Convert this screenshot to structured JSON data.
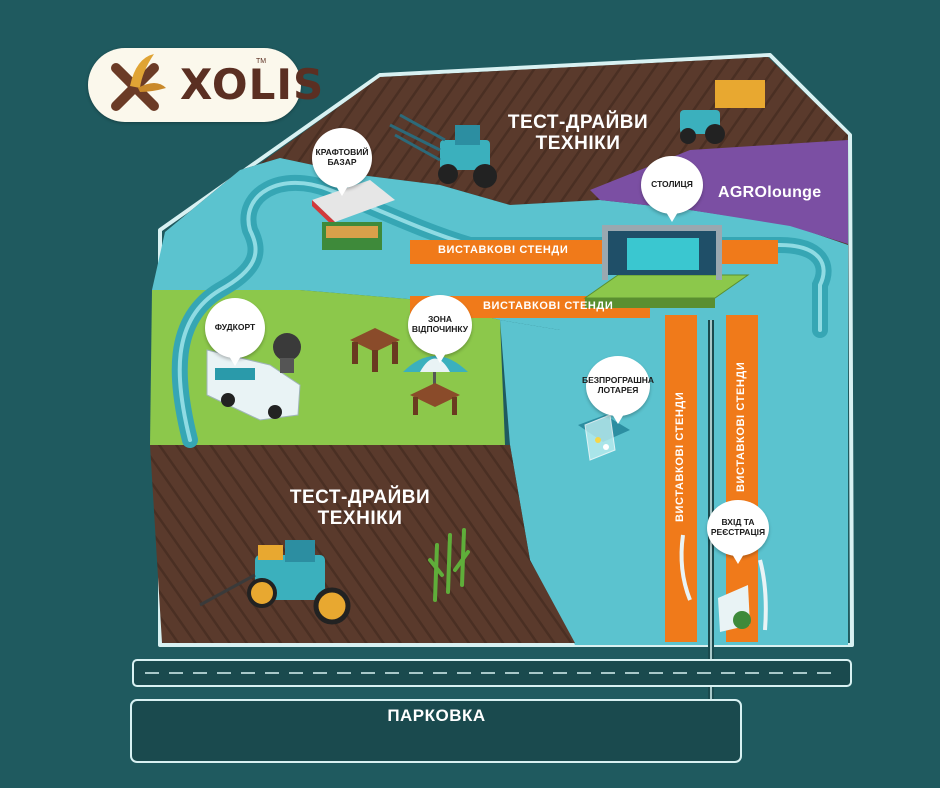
{
  "logo": {
    "brand": "XOLIS",
    "trademark": "TM"
  },
  "zones": {
    "test_drive_top": "ТЕСТ-ДРАЙВИ\nТЕХНІКИ",
    "test_drive_bottom": "ТЕСТ-ДРАЙВИ\nТЕХНІКИ",
    "agrolounge": "AGROlounge",
    "parking": "ПАРКОВКА"
  },
  "stands": {
    "top_horizontal": "ВИСТАВКОВІ СТЕНДИ",
    "middle_horizontal": "ВИСТАВКОВІ СТЕНДИ",
    "left_vertical": "ВИСТАВКОВІ СТЕНДИ",
    "right_vertical": "ВИСТАВКОВІ СТЕНДИ"
  },
  "bubbles": {
    "craft_bazaar": "КРАФТОВИЙ БАЗАР",
    "capital": "СТОЛИЦЯ",
    "foodcourt": "ФУДКОРТ",
    "rest_zone": "ЗОНА ВІДПОЧИНКУ",
    "lottery": "БЕЗПРОГРАШНА ЛОТАРЕЯ",
    "entrance": "ВХІД ТА РЕЄСТРАЦІЯ"
  },
  "icons": [
    "xolis-logo-icon",
    "tractor-icon",
    "market-stall-icon",
    "stage-icon",
    "food-truck-icon",
    "grill-icon",
    "picnic-table-icon",
    "umbrella-table-icon",
    "lottery-drum-icon",
    "crop-plants-icon",
    "registration-desk-icon"
  ],
  "colors": {
    "background": "#1f5a5f",
    "field_brown": "#5a3a2c",
    "river_blue": "#5bc3cf",
    "lawn_green": "#8cc84b",
    "stand_orange": "#f07a1a",
    "agrolounge_purple": "#7b4fa3",
    "road_dark": "#1a4a4e"
  }
}
